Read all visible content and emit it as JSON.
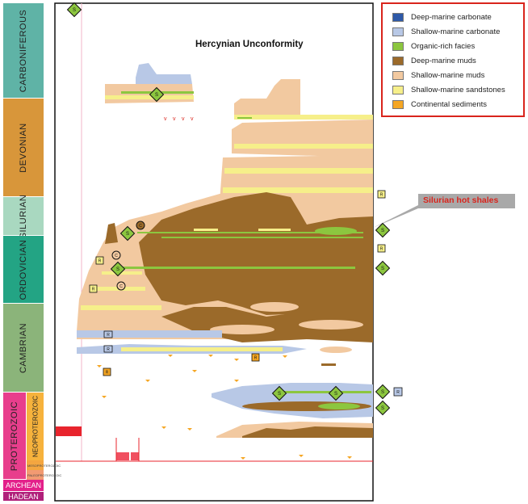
{
  "title": "Hercynian Unconformity",
  "callout": "Silurian hot shales",
  "legend": [
    {
      "label": "Deep-marine carbonate",
      "color": "#2e59a8"
    },
    {
      "label": "Shallow-marine carbonate",
      "color": "#b8c8e6"
    },
    {
      "label": "Organic-rich facies",
      "color": "#8cc63f"
    },
    {
      "label": "Deep-marine muds",
      "color": "#9b6a2a"
    },
    {
      "label": "Shallow-marine muds",
      "color": "#f2c9a0"
    },
    {
      "label": "Shallow-marine sandstones",
      "color": "#f6ef8a"
    },
    {
      "label": "Continental sediments",
      "color": "#f5a623"
    }
  ],
  "periods": [
    {
      "label": "CARBONIFEROUS",
      "color": "#5fb3a6"
    },
    {
      "label": "DEVONIAN",
      "color": "#d8963a"
    },
    {
      "label": "SILURIAN",
      "color": "#a9d8c0"
    },
    {
      "label": "ORDOVICIAN",
      "color": "#23a484"
    },
    {
      "label": "CAMBRIAN",
      "color": "#8bb47a"
    },
    {
      "label": "PROTEROZOIC",
      "color": "#e83e8c"
    },
    {
      "label": "ARCHEAN",
      "color": "#e3208a"
    },
    {
      "label": "HADEAN",
      "color": "#b0207a"
    }
  ],
  "sub_periods": [
    {
      "label": "NEOPROTEROZOIC",
      "color": "#f6b23c"
    },
    {
      "label": "MESOPROTEROZOIC",
      "color": "#f4a640"
    },
    {
      "label": "PALEOPROTEROZOIC",
      "color": "#f29a72"
    }
  ],
  "markers": {
    "diamond": "S",
    "circle": "C",
    "square": "R"
  }
}
